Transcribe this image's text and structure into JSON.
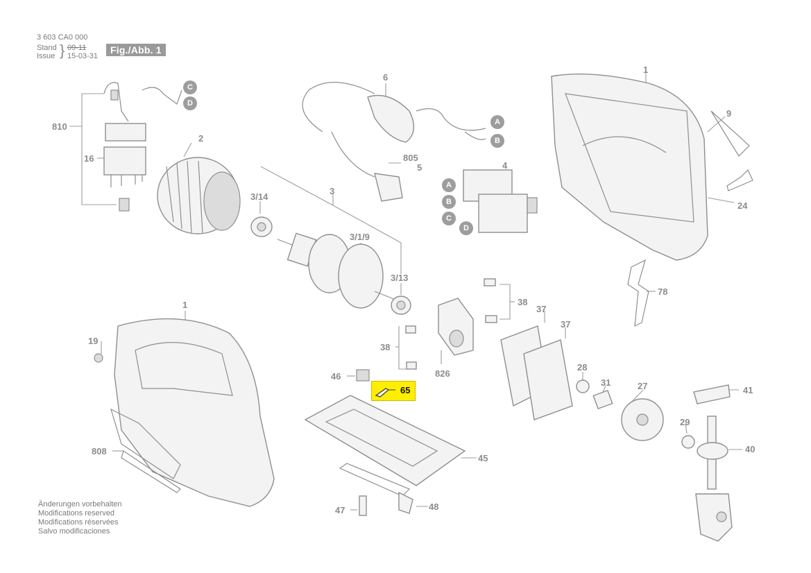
{
  "header": {
    "part_number": "3 603 CA0 000",
    "stand_label": "Stand",
    "issue_label": "Issue",
    "stand_value": "09-11",
    "issue_value": "15-03-31",
    "figure_label": "Fig./Abb. 1"
  },
  "callouts": {
    "c1_top": "1",
    "c9": "9",
    "c24": "24",
    "c78": "78",
    "c6": "6",
    "c805": "805",
    "c5": "5",
    "c4": "4",
    "c810": "810",
    "c16": "16",
    "c2": "2",
    "c3": "3",
    "c3_14": "3/14",
    "c3_1_9": "3/1/9",
    "c3_13": "3/13",
    "c38_right": "38",
    "c37_a": "37",
    "c37_b": "37",
    "c38_left": "38",
    "c826": "826",
    "c28": "28",
    "c31": "31",
    "c27": "27",
    "c29": "29",
    "c41": "41",
    "c40": "40",
    "c1_bottom": "1",
    "c19": "19",
    "c808": "808",
    "c46": "46",
    "c65": "65",
    "c45": "45",
    "c47": "47",
    "c48": "48"
  },
  "connectors": {
    "top_c": "C",
    "top_d": "D",
    "cable_a": "A",
    "cable_b": "B",
    "switch_a": "A",
    "switch_b": "B",
    "switch_c": "C",
    "switch_d": "D"
  },
  "highlight_color": "#ffee00",
  "footer": {
    "line_de": "Änderungen vorbehalten",
    "line_en": "Modifications reserved",
    "line_fr": "Modifications réservées",
    "line_es": "Salvo modificaciones"
  }
}
